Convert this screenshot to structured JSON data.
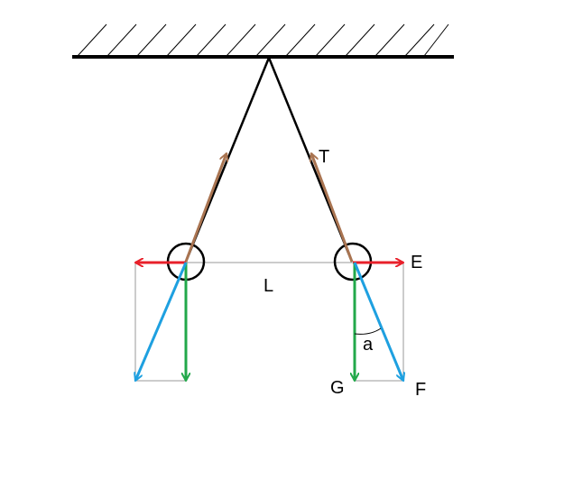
{
  "labels": {
    "tension": "T",
    "electric_force": "E",
    "distance": "L",
    "angle": "a",
    "gravity": "G",
    "resultant": "F"
  },
  "colors": {
    "tension": "#a97451",
    "electric": "#e8202a",
    "gravity": "#22a84a",
    "resultant": "#1ea0e0",
    "thread": "#000000",
    "construction": "#999999",
    "ceiling": "#000000"
  }
}
